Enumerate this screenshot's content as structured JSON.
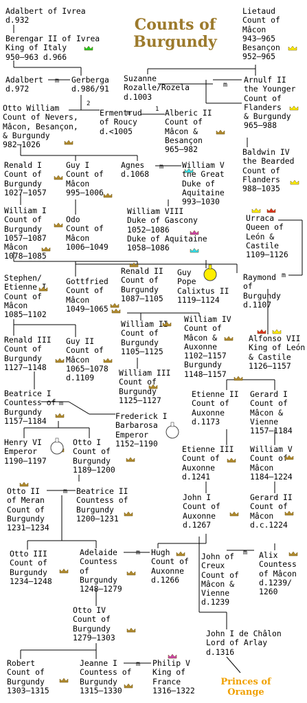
{
  "title": "Counts of Burgundy",
  "footer_link": "Princes of Orange",
  "marriage_marks": [
    "2",
    "1"
  ],
  "people": [
    {
      "id": "adalbert-ivrea",
      "lines": [
        "Adalbert of Ivrea",
        "d.932"
      ]
    },
    {
      "id": "berengar-ii",
      "lines": [
        "Berengar II of Ivrea",
        "King of Italy",
        "950–963 d.966"
      ]
    },
    {
      "id": "lietaud",
      "lines": [
        "Lietaud",
        "Count of",
        "Mâcon",
        "943–965",
        "Besançon",
        "952–965"
      ]
    },
    {
      "id": "adalbert-972",
      "lines": [
        "Adalbert",
        "d.972"
      ]
    },
    {
      "id": "gerberga",
      "lines": [
        "Gerberga",
        "d.986/91"
      ]
    },
    {
      "id": "suzanne",
      "lines": [
        "Suzanne",
        "Rozalle/Rozela",
        "d.1003"
      ]
    },
    {
      "id": "arnulf-ii",
      "lines": [
        "Arnulf II",
        "the Younger",
        "Count of",
        "Flanders",
        "& Burgundy",
        "965–988"
      ]
    },
    {
      "id": "otto-william",
      "lines": [
        "Otto William",
        "Count of Nevers,",
        "Mâcon, Besançon,",
        "& Burgundy",
        "982–1026"
      ]
    },
    {
      "id": "ermentrud",
      "lines": [
        "Ermentrud",
        "of Roucy",
        "d.<1005"
      ]
    },
    {
      "id": "alberic-ii",
      "lines": [
        "Alberic II",
        "Count of",
        "Mâcon &",
        "Besançon",
        "965–982"
      ]
    },
    {
      "id": "baldwin-iv",
      "lines": [
        "Baldwin IV",
        "the Bearded",
        "Count of",
        "Flanders",
        "988–1035"
      ]
    },
    {
      "id": "renald-i",
      "lines": [
        "Renald I",
        "Count of",
        "Burgundy",
        "1027–1057"
      ]
    },
    {
      "id": "guy-i",
      "lines": [
        "Guy I",
        "Count of",
        "Mâcon",
        "995–1006"
      ]
    },
    {
      "id": "agnes",
      "lines": [
        "Agnes",
        "d.1068"
      ]
    },
    {
      "id": "william-v",
      "lines": [
        "William V",
        "the Great",
        "Duke of",
        "Aquitaine",
        "993–1030"
      ]
    },
    {
      "id": "william-i",
      "lines": [
        "William I",
        "Count of",
        "Burgundy",
        "1057–1087",
        "Mâcon",
        "1078–1085"
      ]
    },
    {
      "id": "odo",
      "lines": [
        "Odo",
        "Count of",
        "Mâcon",
        "1006–1049"
      ]
    },
    {
      "id": "william-viii",
      "lines": [
        "William VIII",
        "Duke of Gascony",
        "1052–1086",
        "Duke of Aquitaine",
        "1058–1086"
      ]
    },
    {
      "id": "urraca",
      "lines": [
        "Urraca",
        "Queen of",
        "León &",
        "Castile",
        "1109–1126"
      ]
    },
    {
      "id": "stephen-i",
      "lines": [
        "Stephen/",
        "Etienne I",
        "Count of",
        "Mâcon",
        "1085–1102"
      ]
    },
    {
      "id": "gottfried",
      "lines": [
        "Gottfried",
        "Count of",
        "Mâcon",
        "1049–1065"
      ]
    },
    {
      "id": "renald-ii",
      "lines": [
        "Renald II",
        "Count of",
        "Burgundy",
        "1087–1105"
      ]
    },
    {
      "id": "guy-calixtus",
      "lines": [
        "Guy",
        "Pope",
        "Calixtus II",
        "1119–1124"
      ]
    },
    {
      "id": "raymond",
      "lines": [
        "Raymond",
        "of",
        "Burgundy",
        "d.1107"
      ]
    },
    {
      "id": "william-ii",
      "lines": [
        "William II",
        "Count of",
        "Burgundy",
        "1105–1125"
      ]
    },
    {
      "id": "william-iv",
      "lines": [
        "William IV",
        "Count of",
        "Mâcon &",
        "Auxonne",
        "1102–1157",
        "Burgundy",
        "1148–1157"
      ]
    },
    {
      "id": "renald-iii",
      "lines": [
        "Renald III",
        "Count of",
        "Burgundy",
        "1127–1148"
      ]
    },
    {
      "id": "guy-ii",
      "lines": [
        "Guy II",
        "Count of",
        "Mâcon",
        "1065–1078",
        "d.1109"
      ]
    },
    {
      "id": "alfonso-vii",
      "lines": [
        "Alfonso VII",
        "King of León",
        "& Castile",
        "1126–1157"
      ]
    },
    {
      "id": "william-iii",
      "lines": [
        "William III",
        "Count of",
        "Burgundy",
        "1125–1127"
      ]
    },
    {
      "id": "beatrice-i",
      "lines": [
        "Beatrice I",
        "Countess of",
        "Burgundy",
        "1157–1184"
      ]
    },
    {
      "id": "etienne-ii",
      "lines": [
        "Etienne II",
        "Count of",
        "Auxonne",
        "d.1173"
      ]
    },
    {
      "id": "gerard-i",
      "lines": [
        "Gerard I",
        "Count of",
        "Mâcon &",
        "Vienne",
        "1157–1184"
      ]
    },
    {
      "id": "frederick-i",
      "lines": [
        "Frederick I",
        "Barbarosa",
        "Emperor",
        "1152–1190"
      ]
    },
    {
      "id": "henry-vi",
      "lines": [
        "Henry VI",
        "Emperor",
        "1190–1197"
      ]
    },
    {
      "id": "otto-i",
      "lines": [
        "Otto I",
        "Count of",
        "Burgundy",
        "1189–1200"
      ]
    },
    {
      "id": "etienne-iii",
      "lines": [
        "Etienne III",
        "Count of",
        "Auxonne",
        "d.1241"
      ]
    },
    {
      "id": "william-v-macon",
      "lines": [
        "William V",
        "Count of",
        "Mâcon",
        "1184–1224"
      ]
    },
    {
      "id": "otto-ii",
      "lines": [
        "Otto II",
        "of Meran",
        "Count of",
        "Burgundy",
        "1231–1234"
      ]
    },
    {
      "id": "beatrice-ii",
      "lines": [
        "Beatrice II",
        "Countess of",
        "Burgundy",
        "1200–1231"
      ]
    },
    {
      "id": "john-i-auxonne",
      "lines": [
        "John I",
        "Count of",
        "Auxonne",
        "d.1267"
      ]
    },
    {
      "id": "gerard-ii",
      "lines": [
        "Gerard II",
        "Count of",
        "Mâcon",
        "d.c.1224"
      ]
    },
    {
      "id": "otto-iii",
      "lines": [
        "Otto III",
        "Count of",
        "Burgundy",
        "1234–1248"
      ]
    },
    {
      "id": "adelaide",
      "lines": [
        "Adelaide",
        "Countess",
        "of",
        "Burgundy",
        "1248–1279"
      ]
    },
    {
      "id": "hugh",
      "lines": [
        "Hugh",
        "Count of",
        "Auxonne",
        "d.1266"
      ]
    },
    {
      "id": "john-creux",
      "lines": [
        "John of",
        "Creux",
        "Count of",
        "Mâcon &",
        "Vienne",
        "d.1239"
      ]
    },
    {
      "id": "alix",
      "lines": [
        "Alix",
        "Countess",
        "of Mâcon",
        "d.1239/",
        "1260"
      ]
    },
    {
      "id": "otto-iv",
      "lines": [
        "Otto IV",
        "Count of",
        "Burgundy",
        "1279–1303"
      ]
    },
    {
      "id": "john-chalon",
      "lines": [
        "John I de Châlon",
        "Lord of Arlay",
        "d.1316"
      ]
    },
    {
      "id": "robert",
      "lines": [
        "Robert",
        "Count of",
        "Burgundy",
        "1303–1315"
      ]
    },
    {
      "id": "jeanne-i",
      "lines": [
        "Jeanne I",
        "Countess of",
        "Burgundy",
        "1315–1330"
      ]
    },
    {
      "id": "philip-v",
      "lines": [
        "Philip V",
        "King of",
        "France",
        "1316–1322"
      ]
    }
  ],
  "colors": {
    "gold_crown": "#b08a2e",
    "green_crown": "#22cc22",
    "yellow_crown": "#ffee00",
    "pink_crown": "#cc44aa",
    "cyan_crown": "#33ddee",
    "red_crown": "#dd3322",
    "title": "#9c7a2c",
    "orange": "#f0a000"
  }
}
